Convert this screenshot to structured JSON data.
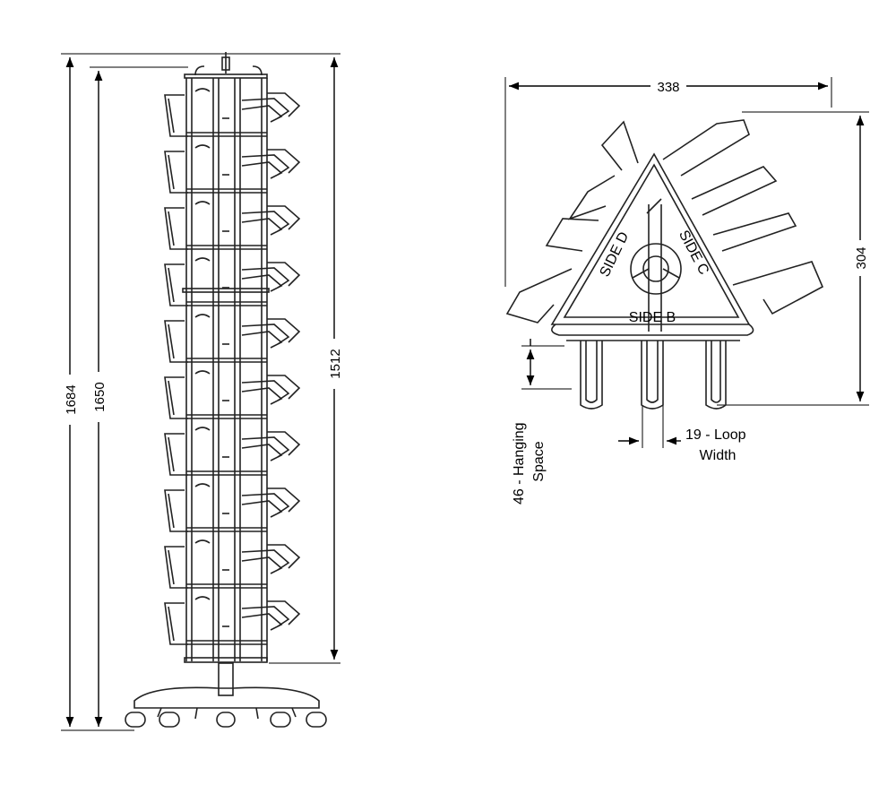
{
  "front_view": {
    "dims": {
      "overall_height": "1684",
      "frame_height": "1650",
      "rack_height": "1512"
    }
  },
  "top_view": {
    "dims": {
      "width": "338",
      "depth": "304",
      "hanging_space": "46 - Hanging",
      "hanging_space_line2": "Space",
      "loop_width": "19 - Loop",
      "loop_width_line2": "Width"
    },
    "side_labels": {
      "side_b": "SIDE B",
      "side_c": "SIDE C",
      "side_d": "SIDE D"
    }
  }
}
